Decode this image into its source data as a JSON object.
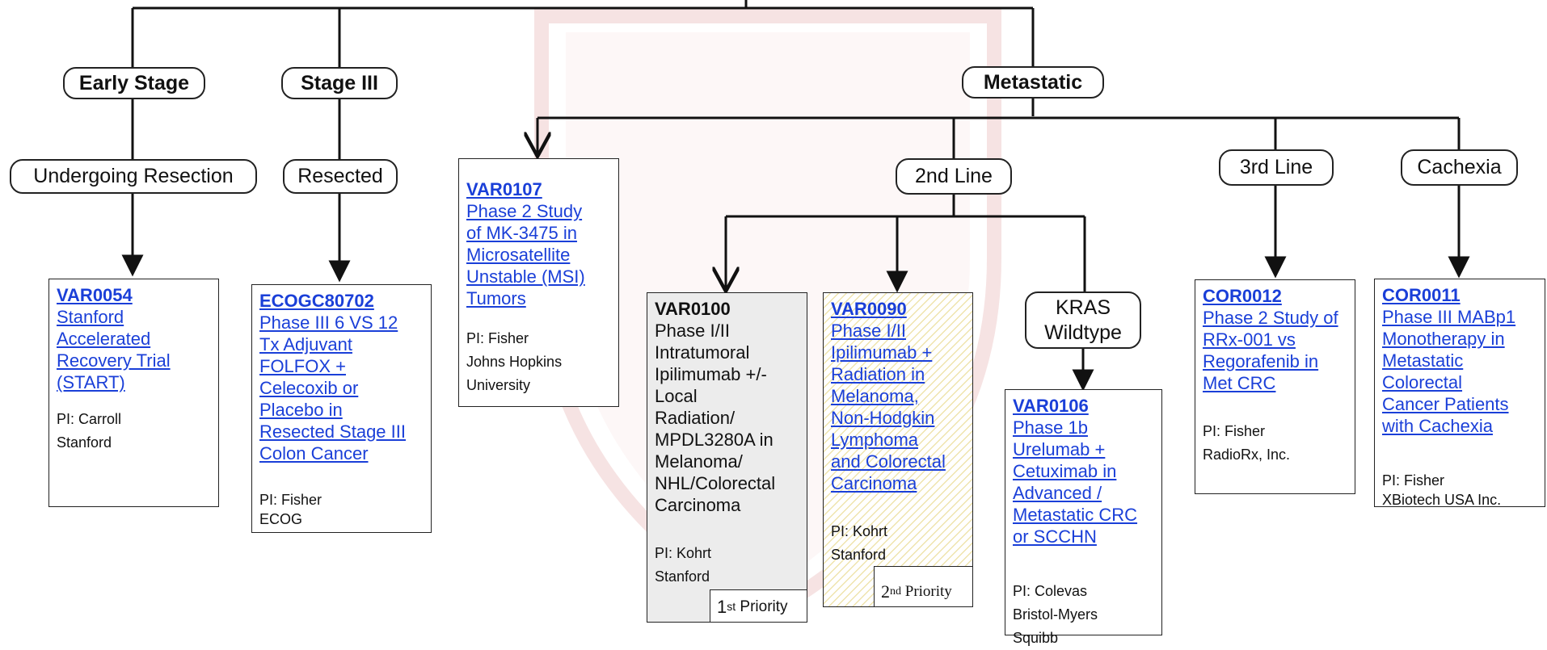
{
  "nodes": {
    "early_stage": "Early Stage",
    "stage_iii": "Stage III",
    "metastatic": "Metastatic",
    "undergoing_resection": "Undergoing Resection",
    "resected": "Resected",
    "second_line": "2nd Line",
    "third_line": "3rd Line",
    "cachexia": "Cachexia",
    "kras_wildtype": "KRAS\nWildtype"
  },
  "trials": {
    "var0054": {
      "id": "VAR0054",
      "title": "Stanford\nAccelerated\nRecovery Trial\n(START)",
      "pi": "PI: Carroll\nStanford"
    },
    "ecogc80702": {
      "id": "ECOGC80702",
      "title": "Phase III 6 VS 12\nTx Adjuvant\nFOLFOX +\nCelecoxib or\nPlacebo in\nResected Stage III\nColon Cancer",
      "pi": "PI: Fisher\nECOG"
    },
    "var0107": {
      "id": "VAR0107",
      "title": "Phase 2 Study\nof MK-3475 in\nMicrosatellite\nUnstable (MSI)\nTumors",
      "pi": "PI:  Fisher\nJohns Hopkins\nUniversity"
    },
    "var0100": {
      "id": "VAR0100",
      "title": "Phase I/II\nIntratumoral\nIpilimumab +/-\nLocal\nRadiation/\nMPDL3280A in\nMelanoma/\nNHL/Colorectal\nCarcinoma",
      "pi": "PI:  Kohrt\nStanford",
      "priority": {
        "ordinal": "1",
        "suffix": "st",
        "word": "Priority"
      }
    },
    "var0090": {
      "id": "VAR0090",
      "title": "Phase I/II\nIpilimumab +\nRadiation in\nMelanoma,\nNon-Hodgkin\nLymphoma\nand Colorectal\nCarcinoma",
      "pi": "PI:  Kohrt\nStanford",
      "priority": {
        "ordinal": "2",
        "suffix": "nd",
        "word": "Priority"
      }
    },
    "var0106": {
      "id": "VAR0106",
      "title": "Phase 1b\nUrelumab +\nCetuximab in\nAdvanced /\nMetastatic CRC\nor SCCHN",
      "pi": "PI:  Colevas\nBristol-Myers\nSquibb"
    },
    "cor0012": {
      "id": "COR0012",
      "title": "Phase 2 Study of\nRRx-001 vs\nRegorafenib in\nMet CRC",
      "pi": "PI: Fisher\nRadioRx, Inc."
    },
    "cor0011": {
      "id": "COR0011",
      "title": "Phase III MABp1\nMonotherapy in\nMetastatic\nColorectal\nCancer Patients\nwith Cachexia",
      "pi": "PI: Fisher\nXBiotech USA Inc."
    }
  },
  "colors": {
    "link": "#1a3fd8",
    "line": "#111111",
    "highlight_gray": "#ececec",
    "hatch": "#e8d88a",
    "watermark": "#f3dada"
  }
}
